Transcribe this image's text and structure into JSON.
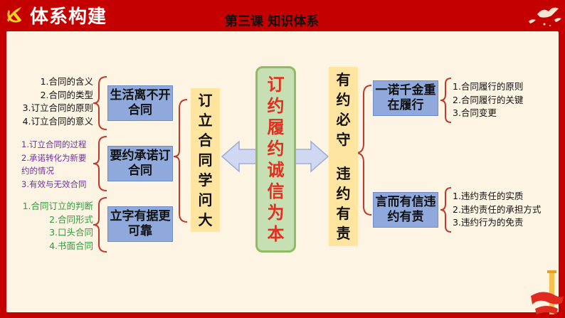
{
  "header": {
    "title": "体系构建",
    "subtitle": "第三课  知识体系"
  },
  "center": {
    "text": "订约履约诚信为本"
  },
  "left": {
    "heading": "订立合同学问大",
    "groups": [
      {
        "label": "生活离不开合同",
        "items": [
          "1.合同的含义",
          "2.合同的类型",
          "3.订立合同的原则",
          "4.订立合同的意义"
        ]
      },
      {
        "label": "要约承诺订合同",
        "items": [
          "1.订立合同的过程",
          "2.承诺转化为新要",
          "约的情况",
          "3.有效与无效合同"
        ]
      },
      {
        "label": "立字有据更可靠",
        "items": [
          "1.合同订立的判断",
          "2.合同形式",
          "3.口头合同",
          "4.书面合同"
        ]
      }
    ]
  },
  "right": {
    "heading_top": "有约必守",
    "heading_bottom": "违约有责",
    "groups": [
      {
        "label": "一诺千金重在履行",
        "items": [
          "1.合同履行的原则",
          "2.合同履行的关键",
          "3.合同变更"
        ]
      },
      {
        "label": "言而有信违约有责",
        "items": [
          "1.违约责任的实质",
          "2.违约责任的承担方式",
          "3.违约行为的免责"
        ]
      }
    ]
  },
  "colors": {
    "header_red": "#c40000",
    "panel_bg": "#fdf4e3",
    "blue_box": "#8fa9dc",
    "yellow_box": "#ffe5a0",
    "green_box": "#c6e0b4",
    "bracket_red": "#c0392b",
    "list_group1": "#111111",
    "list_group2": "#7030a0",
    "list_group3": "#2e9b3e",
    "center_text": "#e03020"
  },
  "icons": {
    "header_left": "party-emblem-icon",
    "header_right": "doves-icon",
    "corner": "red-ribbon-pillar-icon"
  }
}
